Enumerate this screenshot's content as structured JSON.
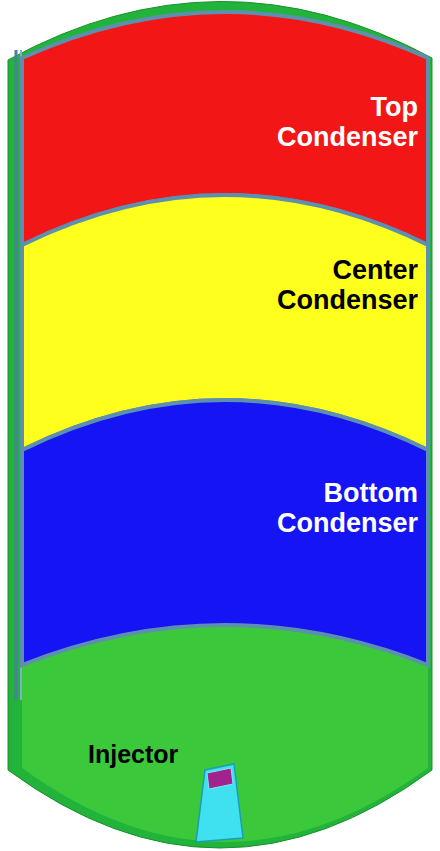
{
  "diagram": {
    "nodes": [
      {
        "text": [
          "Top Condenser"
        ]
      },
      {
        "text": [
          "Center Condenser"
        ]
      },
      {
        "text": [
          "Bottom Condenser"
        ]
      },
      {
        "text": [
          "Injector"
        ]
      }
    ]
  }
}
